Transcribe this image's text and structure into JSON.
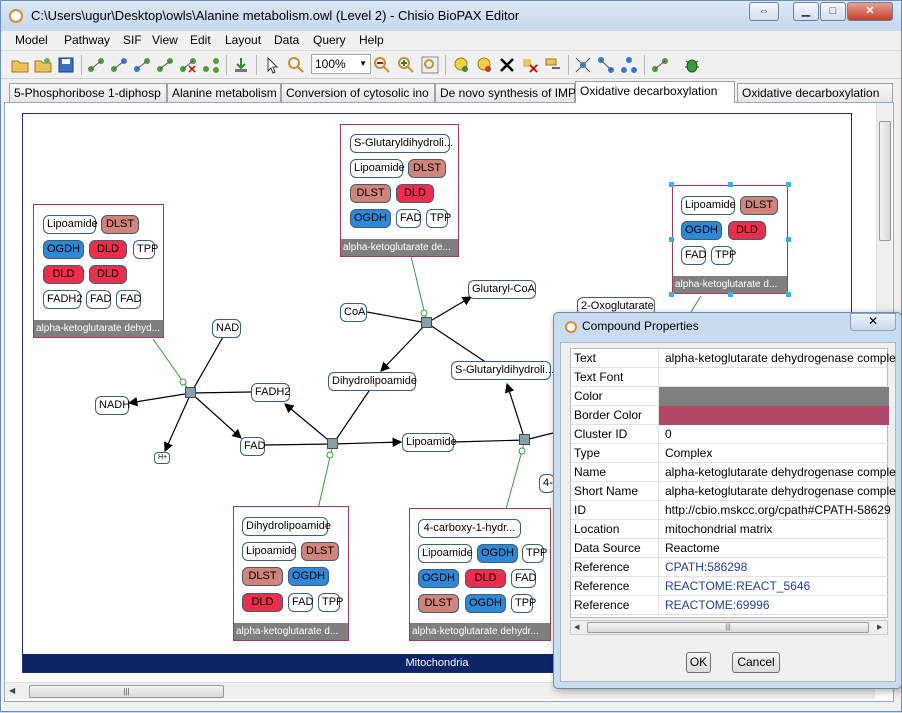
{
  "window": {
    "title": "C:\\Users\\ugur\\Desktop\\owls\\Alanine metabolism.owl (Level 2) - Chisio BioPAX Editor",
    "restore_symbol": "⇔",
    "minimize_symbol": "▁",
    "maximize_symbol": "□",
    "close_symbol": "✕"
  },
  "menu": [
    "Model",
    "Pathway",
    "SIF",
    "View",
    "Edit",
    "Layout",
    "Data",
    "Query",
    "Help"
  ],
  "toolbar": {
    "zoom_value": "100%"
  },
  "tabs": [
    {
      "label": "5-Phosphoribose 1-diphosp"
    },
    {
      "label": "Alanine metabolism"
    },
    {
      "label": "Conversion of cytosolic ino"
    },
    {
      "label": "De novo synthesis of IMP"
    },
    {
      "label": "Oxidative decarboxylation"
    },
    {
      "label": "Oxidative decarboxylation"
    }
  ],
  "graph": {
    "compartment_label": "Mitochondria",
    "complexes": [
      {
        "label": "alpha-ketoglutarate dehyd...",
        "members": [
          {
            "label": "Lipoamide",
            "kind": "plain"
          },
          {
            "label": "DLST",
            "kind": "dlst"
          },
          {
            "label": "OGDH",
            "kind": "ogdh"
          },
          {
            "label": "DLD",
            "kind": "dld"
          },
          {
            "label": "TPP",
            "kind": "plain"
          },
          {
            "label": "DLD",
            "kind": "dld"
          },
          {
            "label": "DLD",
            "kind": "dld"
          },
          {
            "label": "FADH2",
            "kind": "plain"
          },
          {
            "label": "FAD",
            "kind": "plain"
          },
          {
            "label": "FAD",
            "kind": "plain"
          }
        ]
      },
      {
        "label": "alpha-ketoglutarate de...",
        "members": [
          {
            "label": "S-Glutaryldihydroli...",
            "kind": "plain"
          },
          {
            "label": "Lipoamide",
            "kind": "plain"
          },
          {
            "label": "DLST",
            "kind": "dlst"
          },
          {
            "label": "DLST",
            "kind": "dlst"
          },
          {
            "label": "DLD",
            "kind": "dld"
          },
          {
            "label": "OGDH",
            "kind": "ogdh"
          },
          {
            "label": "FAD",
            "kind": "plain"
          },
          {
            "label": "TPP",
            "kind": "plain"
          }
        ]
      },
      {
        "label": "alpha-ketoglutarate d...",
        "members": [
          {
            "label": "Lipoamide",
            "kind": "plain"
          },
          {
            "label": "DLST",
            "kind": "dlst"
          },
          {
            "label": "OGDH",
            "kind": "ogdh"
          },
          {
            "label": "DLD",
            "kind": "dld"
          },
          {
            "label": "FAD",
            "kind": "plain"
          },
          {
            "label": "TPP",
            "kind": "plain"
          }
        ]
      },
      {
        "label": "alpha-ketoglutarate d...",
        "members": [
          {
            "label": "Dihydrolipoamide",
            "kind": "plain"
          },
          {
            "label": "Lipoamide",
            "kind": "plain"
          },
          {
            "label": "DLST",
            "kind": "dlst"
          },
          {
            "label": "DLST",
            "kind": "dlst"
          },
          {
            "label": "OGDH",
            "kind": "ogdh"
          },
          {
            "label": "DLD",
            "kind": "dld"
          },
          {
            "label": "FAD",
            "kind": "plain"
          },
          {
            "label": "TPP",
            "kind": "plain"
          }
        ]
      },
      {
        "label": "alpha-ketoglutarate dehydr...",
        "members": [
          {
            "label": "4-carboxy-1-hydr...",
            "kind": "plain"
          },
          {
            "label": "Lipoamide",
            "kind": "plain"
          },
          {
            "label": "OGDH",
            "kind": "ogdh"
          },
          {
            "label": "TPP",
            "kind": "plain"
          },
          {
            "label": "OGDH",
            "kind": "ogdh"
          },
          {
            "label": "DLD",
            "kind": "dld"
          },
          {
            "label": "FAD",
            "kind": "plain"
          },
          {
            "label": "DLST",
            "kind": "dlst"
          },
          {
            "label": "OGDH",
            "kind": "ogdh"
          },
          {
            "label": "TPP",
            "kind": "plain"
          }
        ]
      }
    ],
    "molecules": [
      {
        "label": "NAD"
      },
      {
        "label": "NADH"
      },
      {
        "label": "H+"
      },
      {
        "label": "FADH2"
      },
      {
        "label": "FAD"
      },
      {
        "label": "CoA"
      },
      {
        "label": "Glutaryl-CoA"
      },
      {
        "label": "Dihydrolipoamide"
      },
      {
        "label": "S-Glutaryldihydroli..."
      },
      {
        "label": "Lipoamide"
      },
      {
        "label": "2-Oxoglutarate"
      },
      {
        "label": "4-"
      }
    ]
  },
  "dialog": {
    "title": "Compound Properties",
    "close_symbol": "✕",
    "properties": [
      {
        "key": "Text",
        "value": "alpha-ketoglutarate dehydrogenase comple"
      },
      {
        "key": "Text Font",
        "value": ""
      },
      {
        "key": "Color",
        "value": "",
        "swatch": "#808080"
      },
      {
        "key": "Border Color",
        "value": "",
        "swatch": "#b04a66"
      },
      {
        "key": "Cluster ID",
        "value": "0"
      },
      {
        "key": "Type",
        "value": "Complex"
      },
      {
        "key": "Name",
        "value": "alpha-ketoglutarate dehydrogenase comple"
      },
      {
        "key": "Short Name",
        "value": "alpha-ketoglutarate dehydrogenase comple"
      },
      {
        "key": "ID",
        "value": "http://cbio.mskcc.org/cpath#CPATH-58629"
      },
      {
        "key": "Location",
        "value": "mitochondrial matrix"
      },
      {
        "key": "Data Source",
        "value": "Reactome"
      },
      {
        "key": "Reference",
        "value": "CPATH:586298",
        "link": true
      },
      {
        "key": "Reference",
        "value": "REACTOME:REACT_5646",
        "link": true
      },
      {
        "key": "Reference",
        "value": "REACTOME:69996",
        "link": true
      }
    ],
    "ok_label": "OK",
    "cancel_label": "Cancel"
  }
}
